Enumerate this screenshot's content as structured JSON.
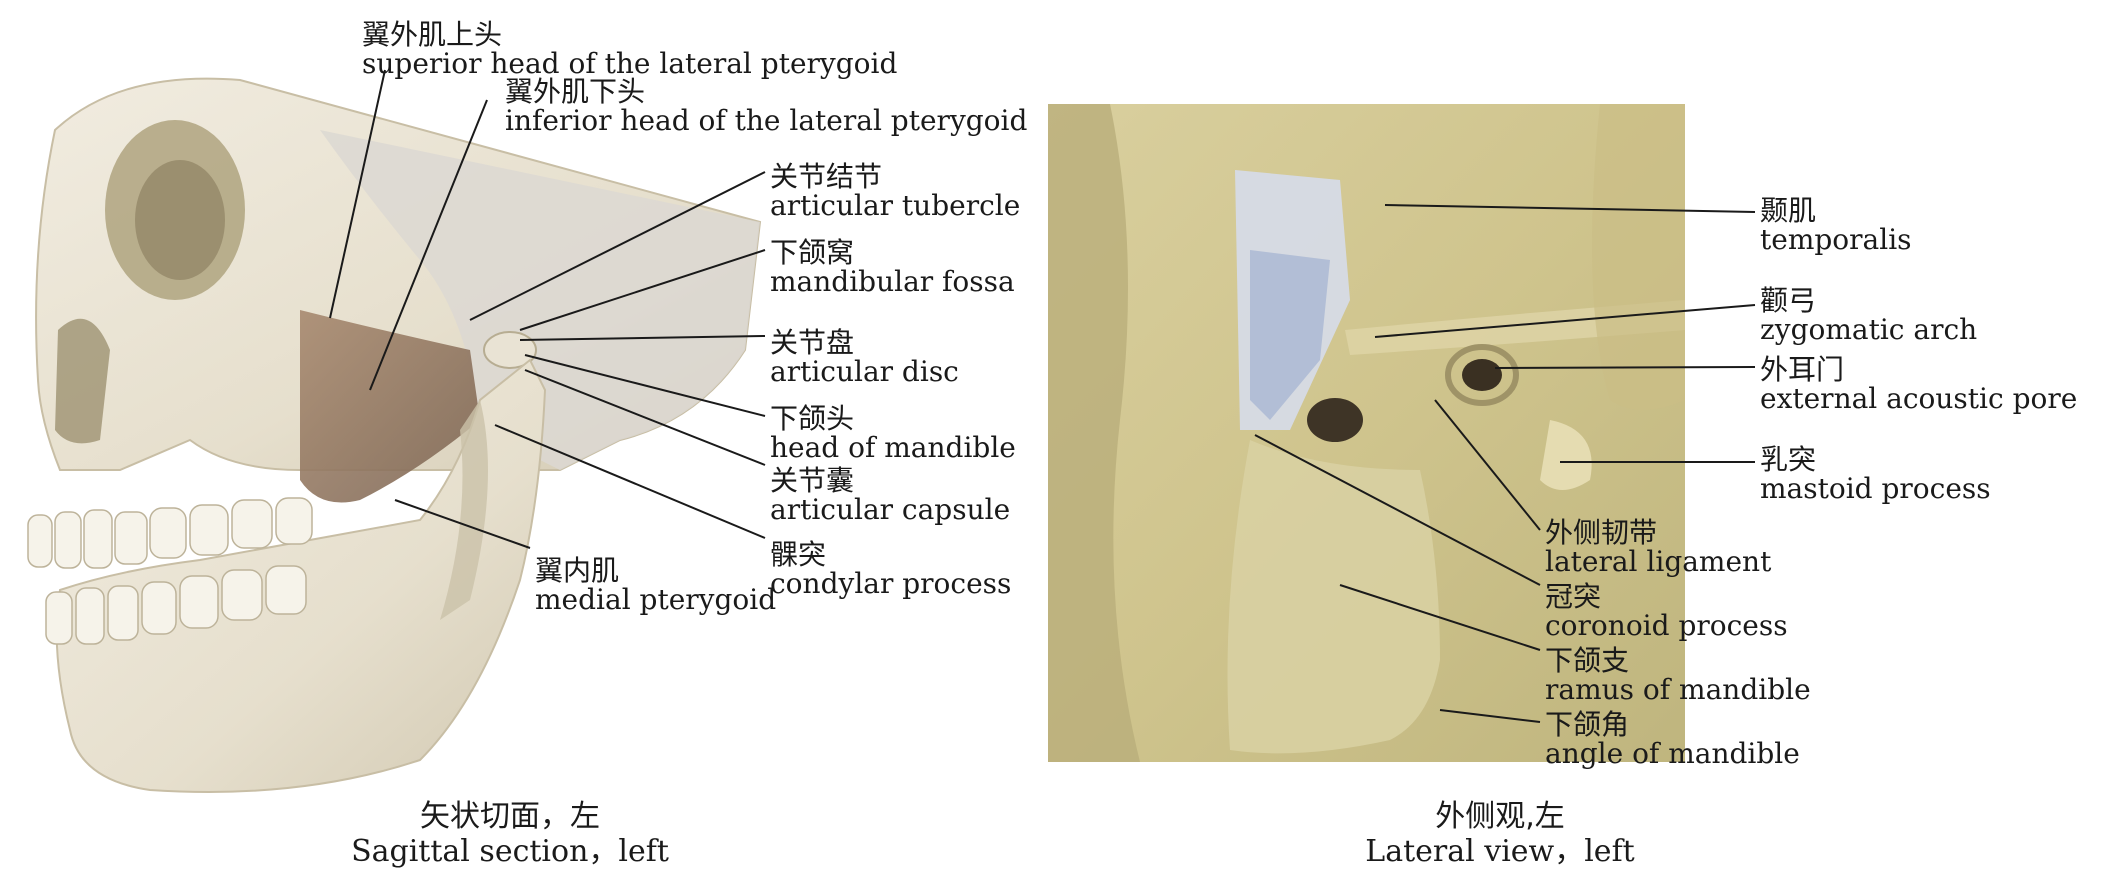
{
  "left_panel": {
    "image_name": "skull-sagittal-photo",
    "labels": [
      {
        "zh": "翼外肌上头",
        "en": "superior head of the lateral pterygoid"
      },
      {
        "zh": "翼外肌下头",
        "en": "inferior head of the lateral pterygoid"
      },
      {
        "zh": "关节结节",
        "en": "articular tubercle"
      },
      {
        "zh": "下颌窝",
        "en": "mandibular fossa"
      },
      {
        "zh": "关节盘",
        "en": "articular disc"
      },
      {
        "zh": "下颌头",
        "en": "head of mandible"
      },
      {
        "zh": "关节囊",
        "en": "articular capsule"
      },
      {
        "zh": "髁突",
        "en": "condylar process"
      },
      {
        "zh": "翼内肌",
        "en": "medial pterygoid"
      }
    ],
    "caption": {
      "zh": "矢状切面，左",
      "en": "Sagittal section，left"
    }
  },
  "right_panel": {
    "image_name": "lateral-dissection-photo",
    "labels": [
      {
        "zh": "颞肌",
        "en": "temporalis"
      },
      {
        "zh": "颧弓",
        "en": "zygomatic arch"
      },
      {
        "zh": "外耳门",
        "en": "external acoustic pore"
      },
      {
        "zh": "乳突",
        "en": "mastoid process"
      },
      {
        "zh": "外侧韧带",
        "en": "lateral ligament"
      },
      {
        "zh": "冠突",
        "en": "coronoid process"
      },
      {
        "zh": "下颌支",
        "en": "ramus of mandible"
      },
      {
        "zh": "下颌角",
        "en": "angle of mandible"
      }
    ],
    "caption": {
      "zh": "外侧观,左",
      "en": "Lateral view，left"
    }
  }
}
